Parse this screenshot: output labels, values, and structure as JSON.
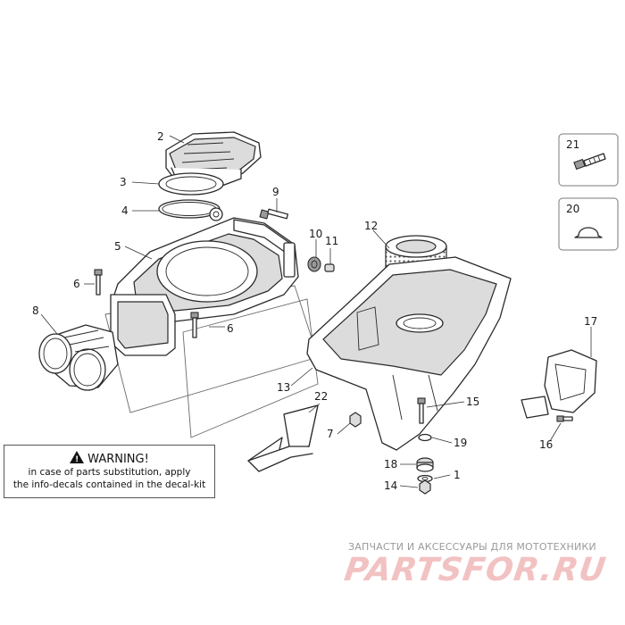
{
  "diagram": {
    "callouts": [
      {
        "id": "c2",
        "label": "2"
      },
      {
        "id": "c3",
        "label": "3"
      },
      {
        "id": "c4",
        "label": "4"
      },
      {
        "id": "c5",
        "label": "5"
      },
      {
        "id": "c6a",
        "label": "6"
      },
      {
        "id": "c6b",
        "label": "6"
      },
      {
        "id": "c8",
        "label": "8"
      },
      {
        "id": "c9",
        "label": "9"
      },
      {
        "id": "c10",
        "label": "10"
      },
      {
        "id": "c11",
        "label": "11"
      },
      {
        "id": "c12",
        "label": "12"
      },
      {
        "id": "c13",
        "label": "13"
      },
      {
        "id": "c22",
        "label": "22"
      },
      {
        "id": "c7",
        "label": "7"
      },
      {
        "id": "c15",
        "label": "15"
      },
      {
        "id": "c19",
        "label": "19"
      },
      {
        "id": "c18",
        "label": "18"
      },
      {
        "id": "c1",
        "label": "1"
      },
      {
        "id": "c14",
        "label": "14"
      },
      {
        "id": "c17",
        "label": "17"
      },
      {
        "id": "c16",
        "label": "16"
      },
      {
        "id": "c21",
        "label": "21"
      },
      {
        "id": "c20",
        "label": "20"
      }
    ]
  },
  "warning": {
    "title": "WARNING!",
    "line1": "in case of parts substitution, apply",
    "line2": "the info-decals contained in the decal-kit"
  },
  "watermark": {
    "tagline": "ЗАПЧАСТИ И АКСЕССУАРЫ ДЛЯ МОТОТЕХНИКИ",
    "logo": "PARTSFOR.RU"
  }
}
